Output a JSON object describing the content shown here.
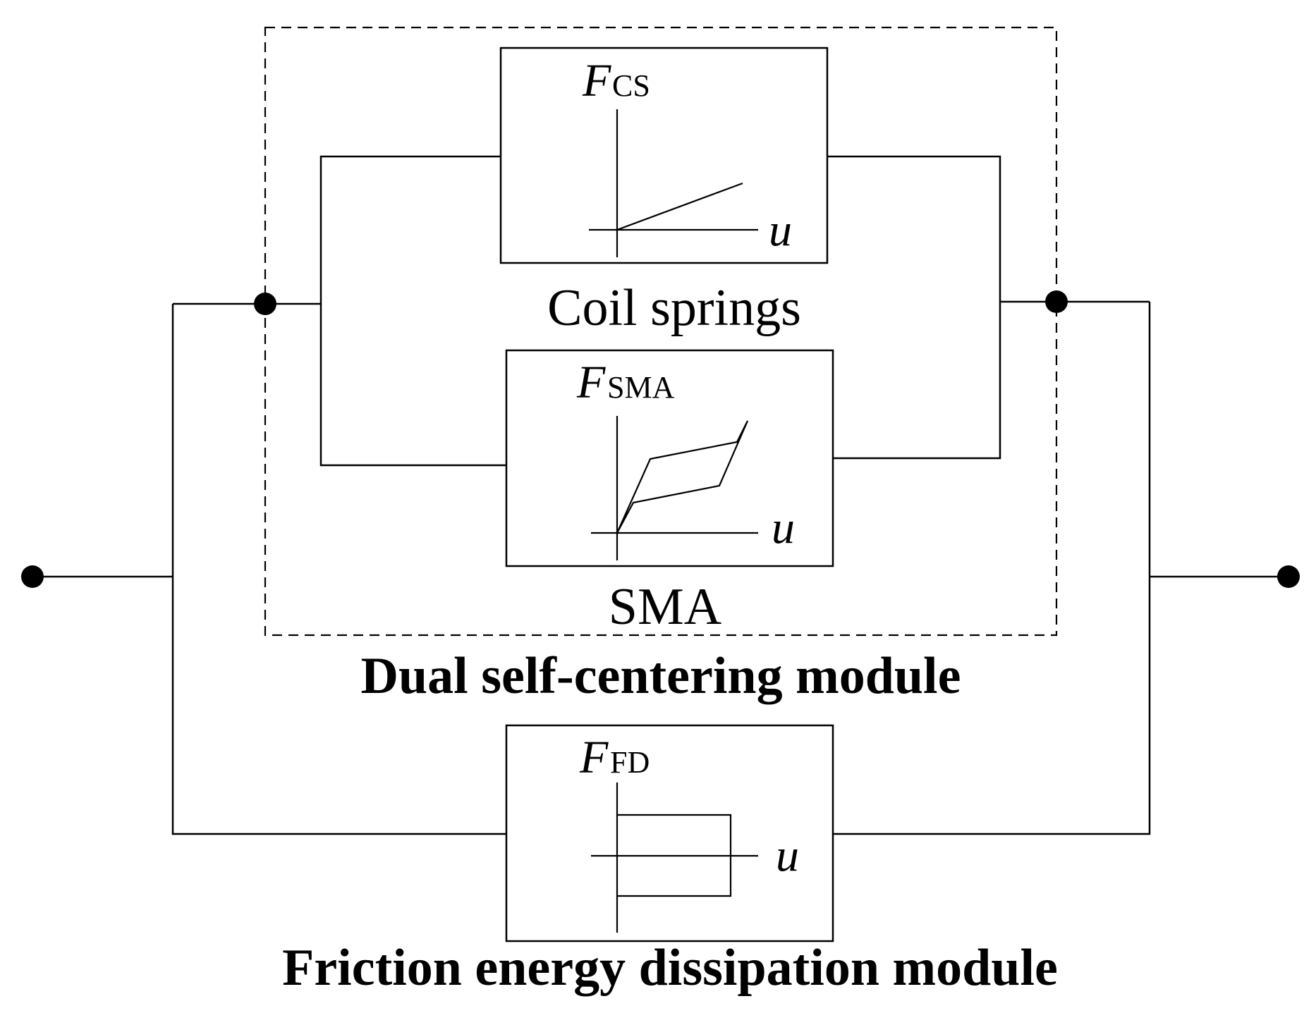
{
  "modules": {
    "coil": {
      "symbol": "F",
      "subscript": "CS",
      "axis_label": "u",
      "caption": "Coil springs"
    },
    "sma": {
      "symbol": "F",
      "subscript": "SMA",
      "axis_label": "u",
      "caption": "SMA"
    },
    "friction": {
      "symbol": "F",
      "subscript": "FD",
      "axis_label": "u",
      "caption": "Friction energy dissipation module"
    }
  },
  "dual_module_caption": "Dual self-centering module"
}
